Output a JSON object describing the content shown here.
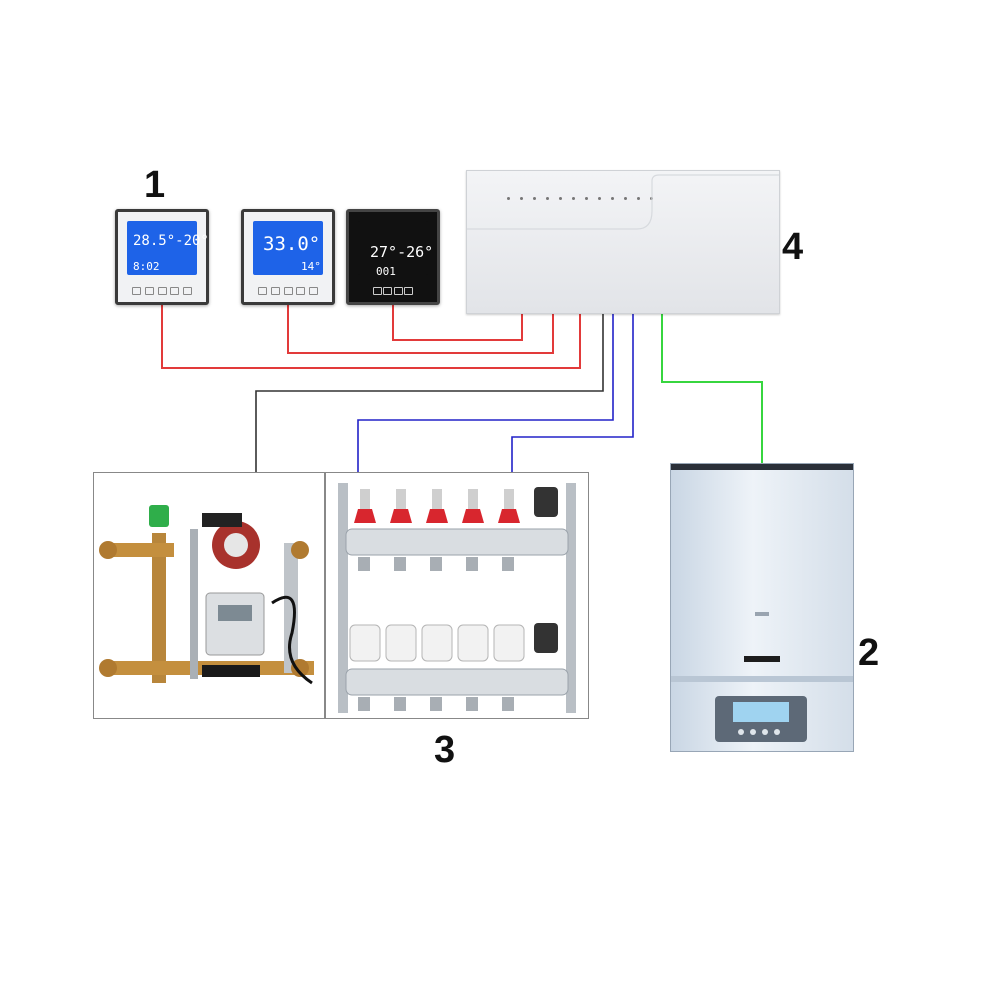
{
  "labels": {
    "thermostats": "1",
    "boiler": "2",
    "manifold": "3",
    "controller": "4"
  },
  "thermostat_1": {
    "main": "28.5°-20°",
    "sub": "8:02"
  },
  "thermostat_2": {
    "main": "33.0°",
    "sub": "14°"
  },
  "thermostat_3": {
    "main": "27°-26°",
    "sub": "001"
  },
  "wire_colors": {
    "thermostat_wiring": "#e23a3a",
    "pump_wiring": "#333333",
    "actuator_wiring": "#2222c8",
    "boiler_wiring": "#37d63f"
  }
}
